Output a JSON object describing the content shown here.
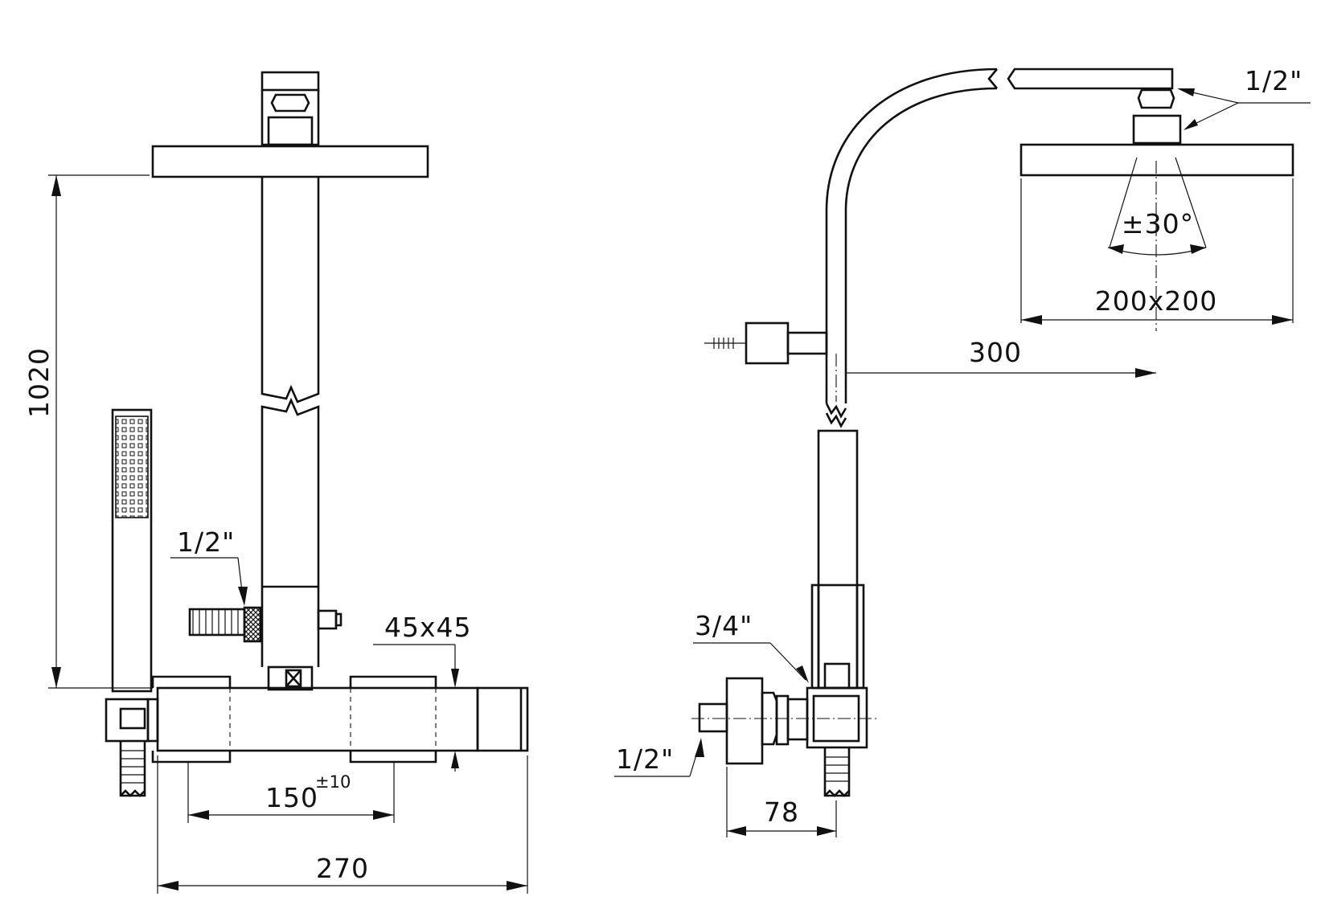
{
  "front_view": {
    "height_label": "1020",
    "inlet_thread_label": "1/2\"",
    "body_section_label": "45x45",
    "center_distance_label": "150",
    "center_tolerance_label": "±10",
    "overall_width_label": "270"
  },
  "side_view": {
    "head_connection_label": "1/2\"",
    "tilt_angle_label": "±30°",
    "head_size_label": "200x200",
    "arm_reach_label": "300",
    "wall_connection_label": "3/4\"",
    "inlet_thread_label": "1/2\"",
    "wall_offset_label": "78"
  },
  "colors": {
    "line": "#111111",
    "background": "#ffffff"
  }
}
